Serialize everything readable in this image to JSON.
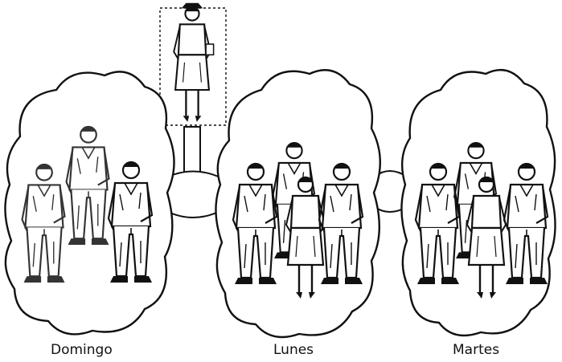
{
  "days": [
    {
      "label": "Domingo",
      "people_count": 3
    },
    {
      "label": "Lunes",
      "people_count": 4
    },
    {
      "label": "Martes",
      "people_count": 4
    }
  ],
  "colors": {
    "ink": "#111111",
    "background": "#ffffff"
  },
  "icons": [
    "cloud",
    "person",
    "arrow-down",
    "dashed-box"
  ]
}
